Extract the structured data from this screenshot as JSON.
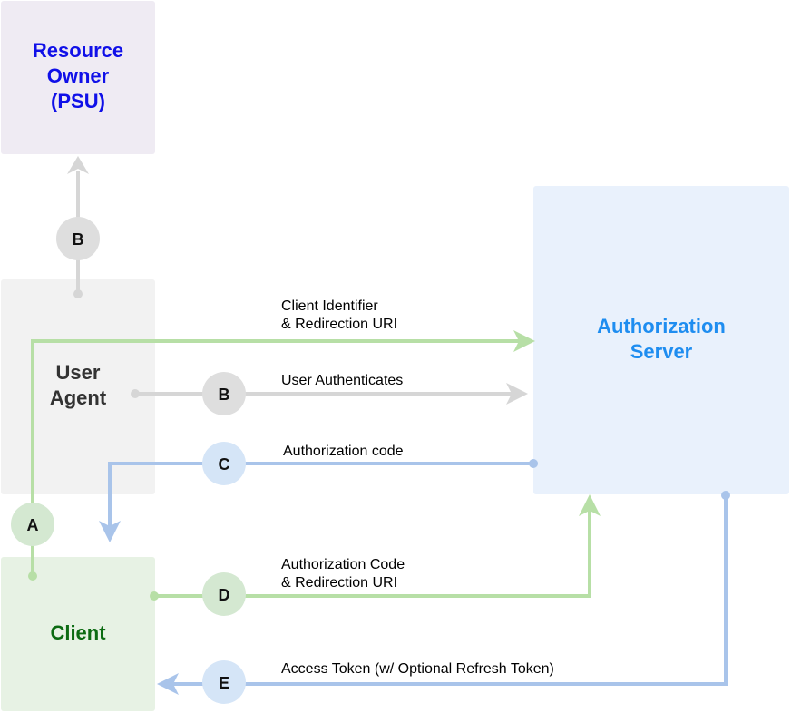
{
  "colors": {
    "resource_owner_fill": "#EFEBF3",
    "resource_owner_text": "#1010E8",
    "user_agent_fill": "#F2F2F2",
    "user_agent_text": "#333333",
    "client_fill": "#E7F2E4",
    "client_text": "#0C6B12",
    "auth_server_fill": "#E9F1FC",
    "auth_server_text": "#1E8DF0",
    "green_line": "#B7DFA6",
    "gray_line": "#D6D6D6",
    "blue_line": "#A9C4EA",
    "circle_a": "#D4E8D1",
    "circle_b": "#DEDEDE",
    "circle_c": "#D5E5F7",
    "circle_d": "#D4E8D1",
    "circle_e": "#D5E5F7"
  },
  "nodes": {
    "resource_owner": {
      "line1": "Resource",
      "line2": "Owner",
      "line3": "(PSU)"
    },
    "user_agent": {
      "line1": "User",
      "line2": "Agent"
    },
    "client": {
      "label": "Client"
    },
    "auth_server": {
      "line1": "Authorization",
      "line2": "Server"
    }
  },
  "steps": {
    "a": "A",
    "b_owner": "B",
    "b_auth": "B",
    "c": "C",
    "d": "D",
    "e": "E"
  },
  "edges": {
    "a": {
      "line1": "Client Identifier",
      "line2": "& Redirection URI"
    },
    "b": {
      "line1": "User Authenticates"
    },
    "c": {
      "line1": "Authorization code"
    },
    "d": {
      "line1": "Authorization Code",
      "line2": "& Redirection URI"
    },
    "e": {
      "line1": "Access Token (w/ Optional Refresh Token)"
    }
  }
}
